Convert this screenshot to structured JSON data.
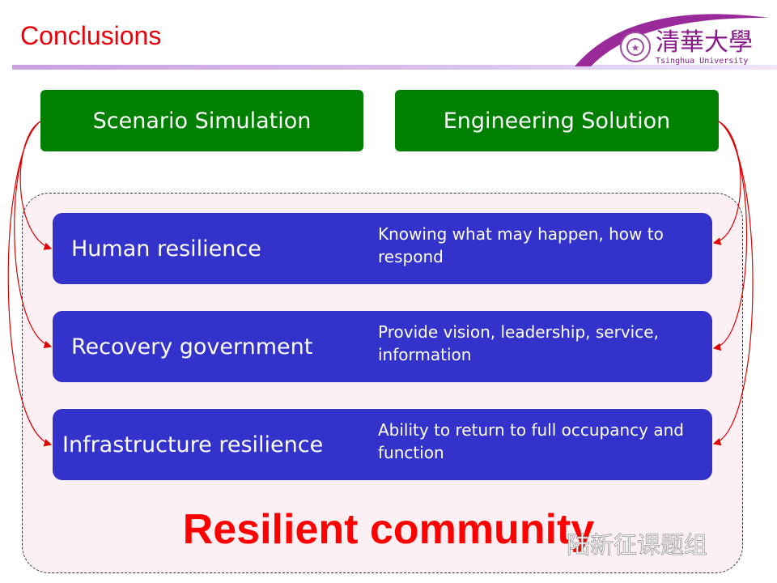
{
  "title": "Conclusions",
  "logo": {
    "chinese": "清華大學",
    "english": "Tsinghua University"
  },
  "top_boxes": [
    "Scenario Simulation",
    "Engineering Solution"
  ],
  "rows": [
    {
      "label": "Human resilience",
      "desc": "Knowing what may happen, how to respond"
    },
    {
      "label": "Recovery government",
      "desc": "Provide vision, leadership, service, information"
    },
    {
      "label": "Infrastructure resilience",
      "desc": "Ability to return to full occupancy and function"
    }
  ],
  "conclusion": "Resilient community",
  "watermark": "陆新征课题组",
  "colors": {
    "title": "#e8000b",
    "green": "#008000",
    "blue": "#3333cc",
    "arrow": "#e00000"
  }
}
